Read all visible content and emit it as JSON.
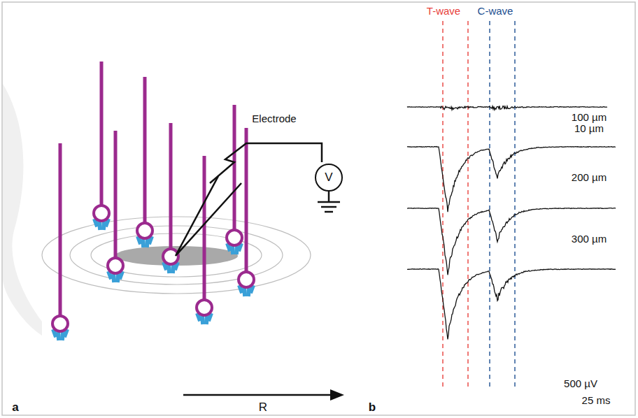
{
  "diagram": {
    "nodes": [
      {
        "text": [
          "V"
        ]
      }
    ],
    "labels": [
      "Electrode",
      "R",
      "a",
      "b",
      "T-wave",
      "C-wave",
      "10 µm",
      "100 µm",
      "200 µm",
      "300 µm",
      "500 µV",
      "25 ms"
    ]
  }
}
